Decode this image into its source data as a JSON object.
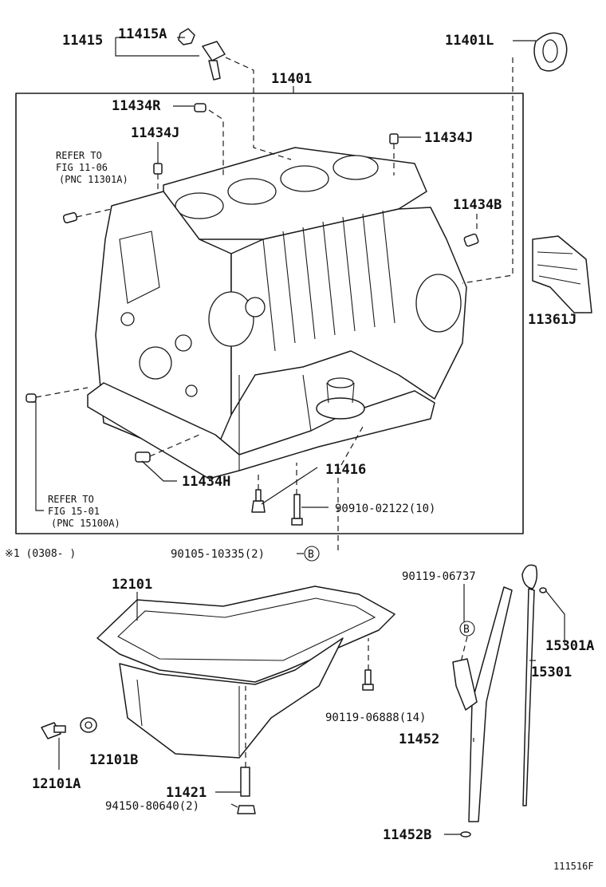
{
  "labels": {
    "p11415": "11415",
    "p11415A": "11415A",
    "p11401": "11401",
    "p11401L": "11401L",
    "p11434R": "11434R",
    "p11434J_left": "11434J",
    "p11434J_right": "11434J",
    "p11434B": "11434B",
    "p11361J": "11361J",
    "p11434H": "11434H",
    "p11416": "11416",
    "p90910": "90910-02122(10)",
    "p90105": "90105-10335(2)",
    "p12101": "12101",
    "p90119_06737": "90119-06737",
    "p15301A": "15301A",
    "p15301": "15301",
    "p90119_06888": "90119-06888(14)",
    "p11452": "11452",
    "p12101B": "12101B",
    "p12101A": "12101A",
    "p11421": "11421",
    "p94150": "94150-80640(2)",
    "p11452B": "11452B"
  },
  "refs": {
    "ref1": {
      "line1": "REFER TO",
      "line2": "FIG 11-06",
      "line3": "(PNC 11301A)"
    },
    "ref2": {
      "line1": "REFER TO",
      "line2": "FIG 15-01",
      "line3": "(PNC 15100A)"
    }
  },
  "note": "※1 (0308-    )",
  "circle_mark": "B",
  "figure_id": "111516F"
}
